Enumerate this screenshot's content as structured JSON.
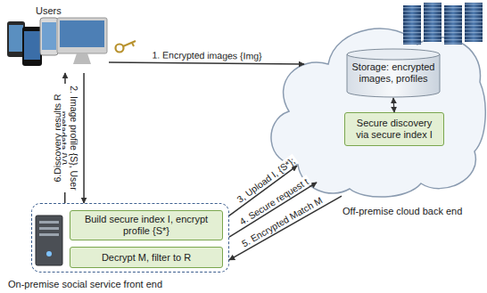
{
  "diagram": {
    "nodes": [
      {
        "text": [
          "Users"
        ]
      },
      {
        "text": [
          "Off-premise cloud back end"
        ]
      },
      {
        "text": [
          "Storage: encrypted images, profiles"
        ],
        "in": 1
      },
      {
        "text": [
          "Secure discovery via secure index I"
        ],
        "in": 1
      },
      {
        "text": [
          "On-premise social service front end"
        ]
      },
      {
        "text": [
          "Build secure index I, encrypt profile {S*}"
        ],
        "in": 4
      },
      {
        "text": [
          "Decrypt M, filter to R"
        ],
        "in": 4
      }
    ],
    "edges": [
      {
        "from": 0,
        "to": 1,
        "arrow": "to",
        "label": "1. Encrypted images {Img}"
      },
      {
        "from": 0,
        "to": 4,
        "arrow": "to",
        "label": "2. Image profile {S}, User metadata {V}"
      },
      {
        "from": 4,
        "to": 1,
        "arrow": "to",
        "label": "3, Upload I, {S*};"
      },
      {
        "from": 4,
        "to": 1,
        "arrow": "to",
        "label": "4. Secure request t"
      },
      {
        "from": 1,
        "to": 4,
        "arrow": "to",
        "label": "5. Encrypted Match M"
      },
      {
        "from": 4,
        "to": 0,
        "arrow": "to",
        "label": "6.Discovery results R"
      },
      {
        "from": 2,
        "to": 3,
        "arrow": "both"
      }
    ]
  }
}
